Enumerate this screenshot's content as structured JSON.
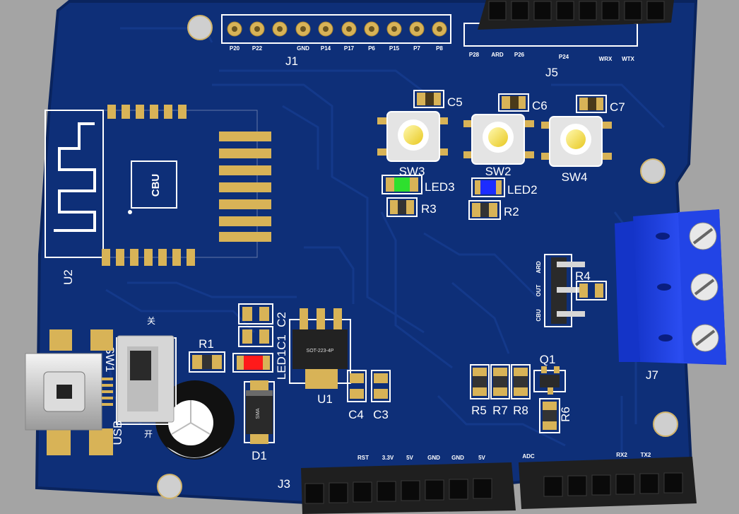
{
  "board": {
    "colors": {
      "background": "#a4a4a4",
      "pcb": "#0e2f78",
      "pcb_edge": "#0a245e",
      "trace": "#14398a",
      "pad": "#c9a24a",
      "silk": "#ffffff",
      "header": "#1a1a1a",
      "terminal": "#1f3fd8",
      "led_green": "#2ee02e",
      "led_blue": "#1c2cff",
      "led_red": "#ff1a1a",
      "button_cap": "#f6e24a"
    },
    "headers": {
      "j1": {
        "designator": "J1",
        "pins": [
          "P20",
          "P22",
          "",
          "GND",
          "P14",
          "P17",
          "P6",
          "P15",
          "P7",
          "P8"
        ]
      },
      "j5": {
        "designator": "J5",
        "labels": [
          "P28",
          "ARD",
          "P26",
          "P24",
          "WRX",
          "WTX"
        ]
      },
      "j3": {
        "designator": "J3",
        "labels": [
          "RST",
          "3.3V",
          "5V",
          "GND",
          "GND",
          "5V"
        ]
      },
      "j4": {
        "labels": [
          "ADC",
          "RX2",
          "TX2"
        ]
      }
    },
    "module": {
      "designator": "U2",
      "chip_label": "CBU"
    },
    "switches": [
      {
        "designator": "SW3"
      },
      {
        "designator": "SW2"
      },
      {
        "designator": "SW4"
      }
    ],
    "leds": {
      "led3": "LED3",
      "led2": "LED2",
      "led1": "LED1"
    },
    "passives": {
      "c1": "C1",
      "c2": "C2",
      "c3": "C3",
      "c4": "C4",
      "c5": "C5",
      "c6": "C6",
      "c7": "C7",
      "r1": "R1",
      "r2": "R2",
      "r3": "R3",
      "r4": "R4",
      "r5": "R5",
      "r6": "R6",
      "r7": "R7",
      "r8": "R8",
      "d1": "D1",
      "q1": "Q1",
      "u1": "U1",
      "u1_marking": "SOT-223-4P",
      "d1_marking": "SMA"
    },
    "power_switch": {
      "designator": "SW1",
      "label_on": "关",
      "label_off": "开"
    },
    "usb": {
      "designator": "USB"
    },
    "selector_header": {
      "labels": [
        "ARD",
        "OUT",
        "CBU"
      ]
    },
    "terminal": {
      "designator": "J7"
    }
  }
}
